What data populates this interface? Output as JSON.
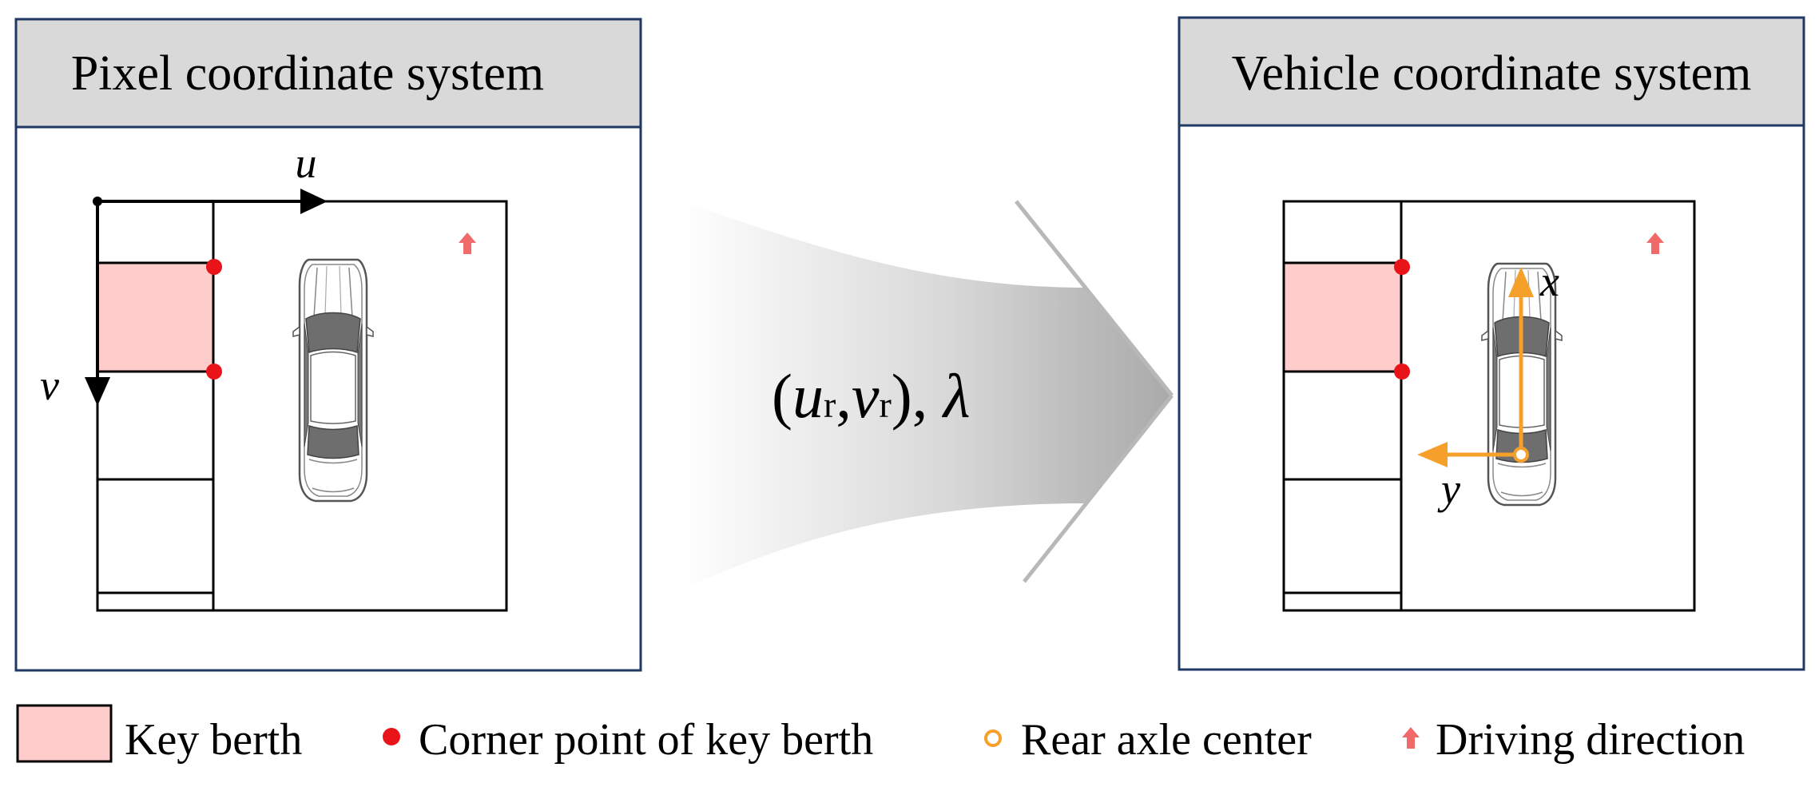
{
  "left_panel": {
    "title": "Pixel coordinate system",
    "axis_u": "u",
    "axis_v": "v"
  },
  "right_panel": {
    "title": "Vehicle coordinate system",
    "axis_x": "x",
    "axis_y": "y"
  },
  "transform": {
    "u_sym": "u",
    "v_sym": "v",
    "sub": "r",
    "lambda": "λ"
  },
  "legend": {
    "key_berth": "Key berth",
    "corner_point": "Corner point of key berth",
    "rear_axle": "Rear axle center",
    "driving_direction": "Driving direction"
  },
  "colors": {
    "panel_border": "#1f3864",
    "header_fill": "#d9d9d9",
    "berth_fill": "#ffcccc",
    "corner_red": "#e8141a",
    "axis_orange": "#f5a02a",
    "arrow_pink": "#f06a6a",
    "big_arrow_gray": "#9a9a9a"
  }
}
